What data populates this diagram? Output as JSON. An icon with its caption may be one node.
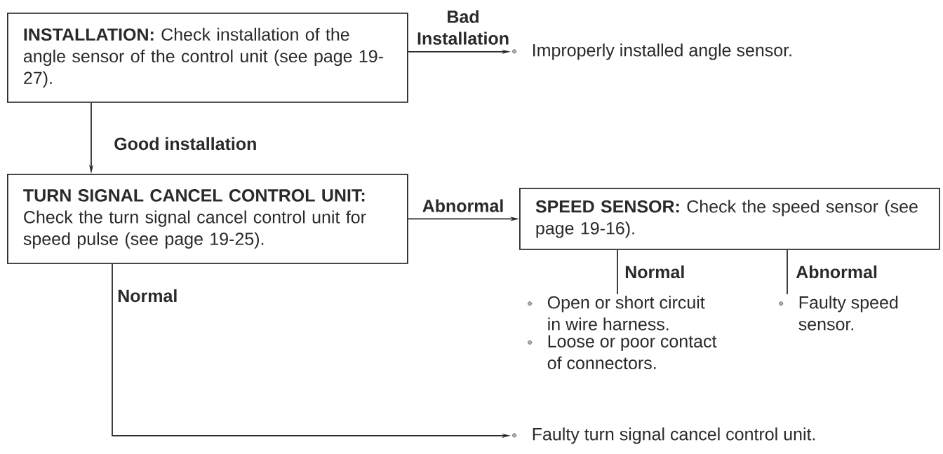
{
  "diagram": {
    "nodes": [
      {
        "text": [
          "**INSTALLATION:** Check installation of the angle sensor of the control unit (see page 19-27)."
        ]
      },
      {
        "text": [
          "Improperly installed angle sensor."
        ]
      },
      {
        "text": [
          "**TURN SIGNAL CANCEL CONTROL UNIT:** Check the turn signal cancel control unit for speed pulse (see page 19-25)."
        ]
      },
      {
        "text": [
          "**SPEED SENSOR:** Check the speed sensor (see page 19-16)."
        ]
      },
      {
        "text": [
          "Open or short circuit in wire harness.",
          "Loose or poor contact of connectors."
        ]
      },
      {
        "text": [
          "Faulty speed sensor."
        ]
      },
      {
        "text": [
          "Faulty turn signal cancel control unit."
        ]
      }
    ],
    "edges": [
      {
        "from": 0,
        "to": 1,
        "arrow": "to",
        "label": "Bad Installation"
      },
      {
        "from": 0,
        "to": 2,
        "arrow": "to",
        "label": "Good installation"
      },
      {
        "from": 2,
        "to": 3,
        "arrow": "to",
        "label": "Abnormal"
      },
      {
        "from": 3,
        "to": 4,
        "arrow": "none",
        "label": "Normal"
      },
      {
        "from": 3,
        "to": 5,
        "arrow": "none",
        "label": "Abnormal"
      },
      {
        "from": 2,
        "to": 6,
        "arrow": "to",
        "label": "Normal"
      }
    ]
  }
}
